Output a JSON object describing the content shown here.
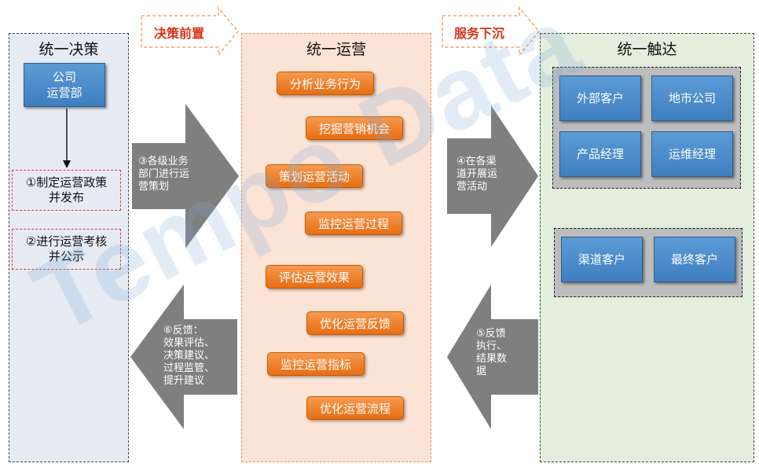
{
  "left_panel": {
    "title": "统一决策",
    "company_box": [
      "公司",
      "运营部"
    ],
    "steps": [
      [
        "①制定运营政策",
        "并发布"
      ],
      [
        "②进行运营考核",
        "并公示"
      ]
    ]
  },
  "middle_panel": {
    "title": "统一运营",
    "items": [
      "分析业务行为",
      "挖掘营销机会",
      "策划运营活动",
      "监控运营过程",
      "评估运营效果",
      "优化运营反馈",
      "监控运营指标",
      "优化运营流程"
    ]
  },
  "right_panel": {
    "title": "统一触达",
    "group1": [
      "外部客户",
      "地市公司",
      "产品经理",
      "运维经理"
    ],
    "group2": [
      "渠道客户",
      "最终客户"
    ]
  },
  "top_labels": {
    "left": "决策前置",
    "right": "服务下沉"
  },
  "arrows": {
    "a3": [
      "③各级业务",
      "部门进行运",
      "营策划"
    ],
    "a4": [
      "④在各渠",
      "道开展运",
      "营活动"
    ],
    "a5": [
      "⑤反馈",
      "执行、",
      "结果数",
      "据"
    ],
    "a6": [
      "⑥反馈：",
      "效果评估、",
      "决策建议、",
      "过程监管、",
      "提升建议"
    ]
  },
  "watermark": "Tempo Data",
  "colors": {
    "left_bg": "#e6ebf3",
    "middle_bg": "#fbe3d5",
    "right_bg": "#e3eedc",
    "blue": "#4f8fd0",
    "orange": "#ed7d31",
    "arrow_gray": "#7f7f7f",
    "label_red": "#d9321a"
  }
}
